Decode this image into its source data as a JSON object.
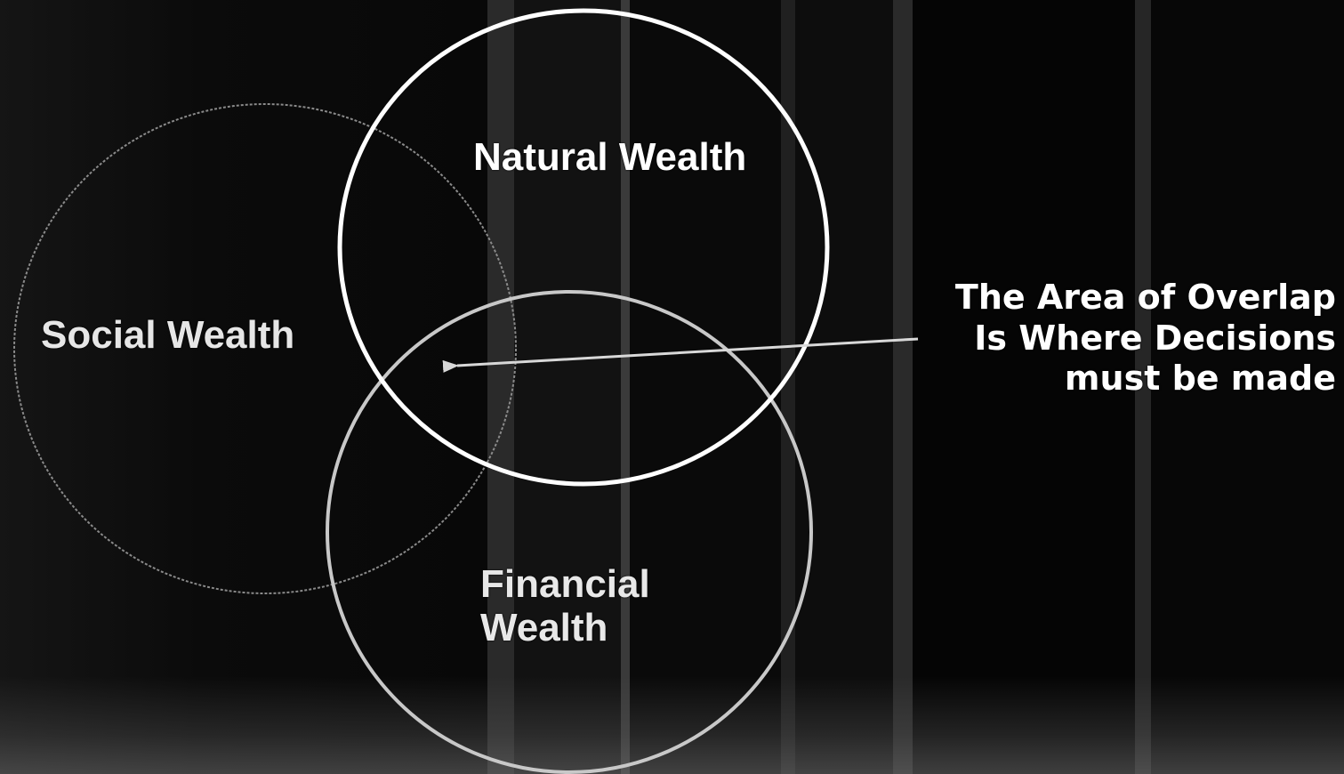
{
  "labels": {
    "natural": "Natural Wealth",
    "social": "Social Wealth",
    "financial_line1": "Financial",
    "financial_line2": "Wealth",
    "overlap_line1": "The Area of Overlap",
    "overlap_line2": "Is Where Decisions",
    "overlap_line3": "must be made"
  },
  "colors": {
    "background": "#050505",
    "natural_circle": "#ffffff",
    "social_circle": "#8a8a8a",
    "financial_circle": "#c8c8c8",
    "arrow": "#d8d8d8",
    "text": "#ffffff"
  }
}
